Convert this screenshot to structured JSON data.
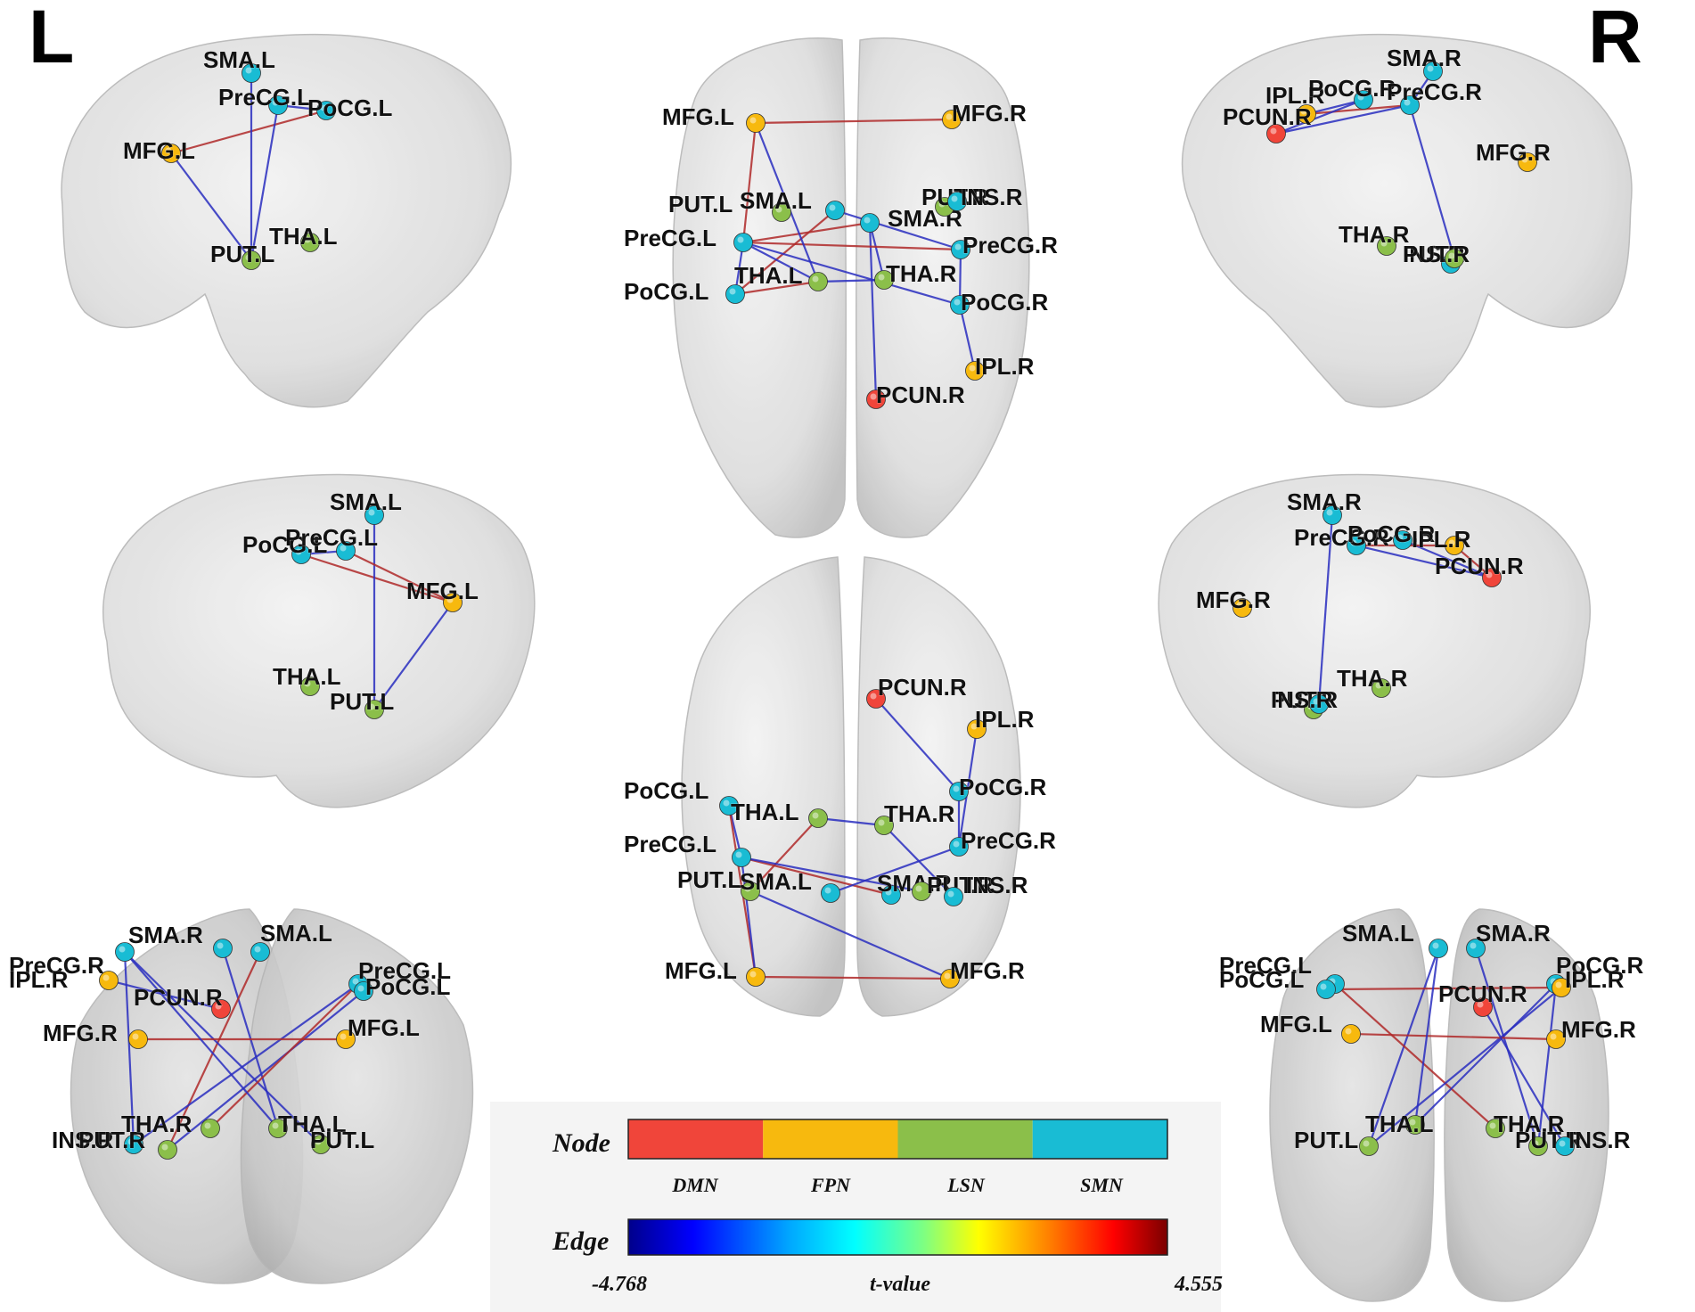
{
  "side_labels": {
    "left": "L",
    "right": "R"
  },
  "colors": {
    "DMN": "#f0453a",
    "FPN": "#f7b90e",
    "LSN": "#8bbf4a",
    "SMN": "#19bcd4",
    "edge_pos": "#b02a2a",
    "edge_neg": "#2a2ec0"
  },
  "legend": {
    "node_title": "Node",
    "node_categories": [
      {
        "key": "DMN",
        "label": "DMN"
      },
      {
        "key": "FPN",
        "label": "FPN"
      },
      {
        "key": "LSN",
        "label": "LSN"
      },
      {
        "key": "SMN",
        "label": "SMN"
      }
    ],
    "edge_title": "Edge",
    "edge_min": "-4.768",
    "edge_max": "4.555",
    "edge_axis_label": "t-value"
  },
  "panels": [
    {
      "id": "lateral-left",
      "nodes": [
        {
          "label": "SMA.L",
          "net": "SMN"
        },
        {
          "label": "PreCG.L",
          "net": "SMN"
        },
        {
          "label": "PoCG.L",
          "net": "SMN"
        },
        {
          "label": "MFG.L",
          "net": "FPN"
        },
        {
          "label": "THA.L",
          "net": "LSN"
        },
        {
          "label": "PUT.L",
          "net": "LSN"
        }
      ]
    },
    {
      "id": "dorsal",
      "nodes": [
        {
          "label": "MFG.L",
          "net": "FPN"
        },
        {
          "label": "MFG.R",
          "net": "FPN"
        },
        {
          "label": "PUT.L",
          "net": "LSN"
        },
        {
          "label": "SMA.L",
          "net": "SMN"
        },
        {
          "label": "SMA.R",
          "net": "SMN"
        },
        {
          "label": "PUT.R",
          "net": "LSN"
        },
        {
          "label": "INS.R",
          "net": "SMN"
        },
        {
          "label": "PreCG.L",
          "net": "SMN"
        },
        {
          "label": "PreCG.R",
          "net": "SMN"
        },
        {
          "label": "THA.L",
          "net": "LSN"
        },
        {
          "label": "THA.R",
          "net": "LSN"
        },
        {
          "label": "PoCG.L",
          "net": "SMN"
        },
        {
          "label": "PoCG.R",
          "net": "SMN"
        },
        {
          "label": "IPL.R",
          "net": "FPN"
        },
        {
          "label": "PCUN.R",
          "net": "DMN"
        }
      ]
    },
    {
      "id": "lateral-right",
      "nodes": [
        {
          "label": "SMA.R",
          "net": "SMN"
        },
        {
          "label": "IPL.R",
          "net": "FPN"
        },
        {
          "label": "PoCG.R",
          "net": "SMN"
        },
        {
          "label": "PreCG.R",
          "net": "SMN"
        },
        {
          "label": "PCUN.R",
          "net": "DMN"
        },
        {
          "label": "MFG.R",
          "net": "FPN"
        },
        {
          "label": "THA.R",
          "net": "LSN"
        },
        {
          "label": "INS.R",
          "net": "SMN"
        },
        {
          "label": "PUT.R",
          "net": "LSN"
        }
      ]
    },
    {
      "id": "medial-left",
      "nodes": [
        {
          "label": "SMA.L",
          "net": "SMN"
        },
        {
          "label": "PoCG.L",
          "net": "SMN"
        },
        {
          "label": "PreCG.L",
          "net": "SMN"
        },
        {
          "label": "MFG.L",
          "net": "FPN"
        },
        {
          "label": "THA.L",
          "net": "LSN"
        },
        {
          "label": "PUT.L",
          "net": "LSN"
        }
      ]
    },
    {
      "id": "ventral",
      "nodes": [
        {
          "label": "PCUN.R",
          "net": "DMN"
        },
        {
          "label": "IPL.R",
          "net": "FPN"
        },
        {
          "label": "PoCG.L",
          "net": "SMN"
        },
        {
          "label": "PoCG.R",
          "net": "SMN"
        },
        {
          "label": "THA.L",
          "net": "LSN"
        },
        {
          "label": "THA.R",
          "net": "LSN"
        },
        {
          "label": "PreCG.L",
          "net": "SMN"
        },
        {
          "label": "PreCG.R",
          "net": "SMN"
        },
        {
          "label": "PUT.L",
          "net": "LSN"
        },
        {
          "label": "SMA.L",
          "net": "SMN"
        },
        {
          "label": "SMA.R",
          "net": "SMN"
        },
        {
          "label": "PUT.R",
          "net": "LSN"
        },
        {
          "label": "INS.R",
          "net": "SMN"
        },
        {
          "label": "MFG.L",
          "net": "FPN"
        },
        {
          "label": "MFG.R",
          "net": "FPN"
        }
      ]
    },
    {
      "id": "medial-right",
      "nodes": [
        {
          "label": "SMA.R",
          "net": "SMN"
        },
        {
          "label": "PreCG.R",
          "net": "SMN"
        },
        {
          "label": "PoCG.R",
          "net": "SMN"
        },
        {
          "label": "IPL.R",
          "net": "FPN"
        },
        {
          "label": "PCUN.R",
          "net": "DMN"
        },
        {
          "label": "MFG.R",
          "net": "FPN"
        },
        {
          "label": "THA.R",
          "net": "LSN"
        },
        {
          "label": "PUT.R",
          "net": "LSN"
        },
        {
          "label": "INS.R",
          "net": "SMN"
        }
      ]
    },
    {
      "id": "posterior",
      "nodes": [
        {
          "label": "PreCG.R",
          "net": "SMN"
        },
        {
          "label": "IPL.R",
          "net": "FPN"
        },
        {
          "label": "SMA.R",
          "net": "SMN"
        },
        {
          "label": "SMA.L",
          "net": "SMN"
        },
        {
          "label": "PreCG.L",
          "net": "SMN"
        },
        {
          "label": "PoCG.L",
          "net": "SMN"
        },
        {
          "label": "PCUN.R",
          "net": "DMN"
        },
        {
          "label": "MFG.R",
          "net": "FPN"
        },
        {
          "label": "MFG.L",
          "net": "FPN"
        },
        {
          "label": "INS.R",
          "net": "SMN"
        },
        {
          "label": "PUT.R",
          "net": "LSN"
        },
        {
          "label": "THA.R",
          "net": "LSN"
        },
        {
          "label": "THA.L",
          "net": "LSN"
        },
        {
          "label": "PUT.L",
          "net": "LSN"
        }
      ]
    },
    {
      "id": "anterior",
      "nodes": [
        {
          "label": "SMA.L",
          "net": "SMN"
        },
        {
          "label": "SMA.R",
          "net": "SMN"
        },
        {
          "label": "PreCG.L",
          "net": "SMN"
        },
        {
          "label": "PoCG.L",
          "net": "SMN"
        },
        {
          "label": "PCUN.R",
          "net": "DMN"
        },
        {
          "label": "PoCG.R",
          "net": "SMN"
        },
        {
          "label": "IPL.R",
          "net": "FPN"
        },
        {
          "label": "MFG.L",
          "net": "FPN"
        },
        {
          "label": "MFG.R",
          "net": "FPN"
        },
        {
          "label": "THA.L",
          "net": "LSN"
        },
        {
          "label": "THA.R",
          "net": "LSN"
        },
        {
          "label": "PUT.L",
          "net": "LSN"
        },
        {
          "label": "PUT.R",
          "net": "LSN"
        },
        {
          "label": "INS.R",
          "net": "SMN"
        }
      ]
    }
  ]
}
